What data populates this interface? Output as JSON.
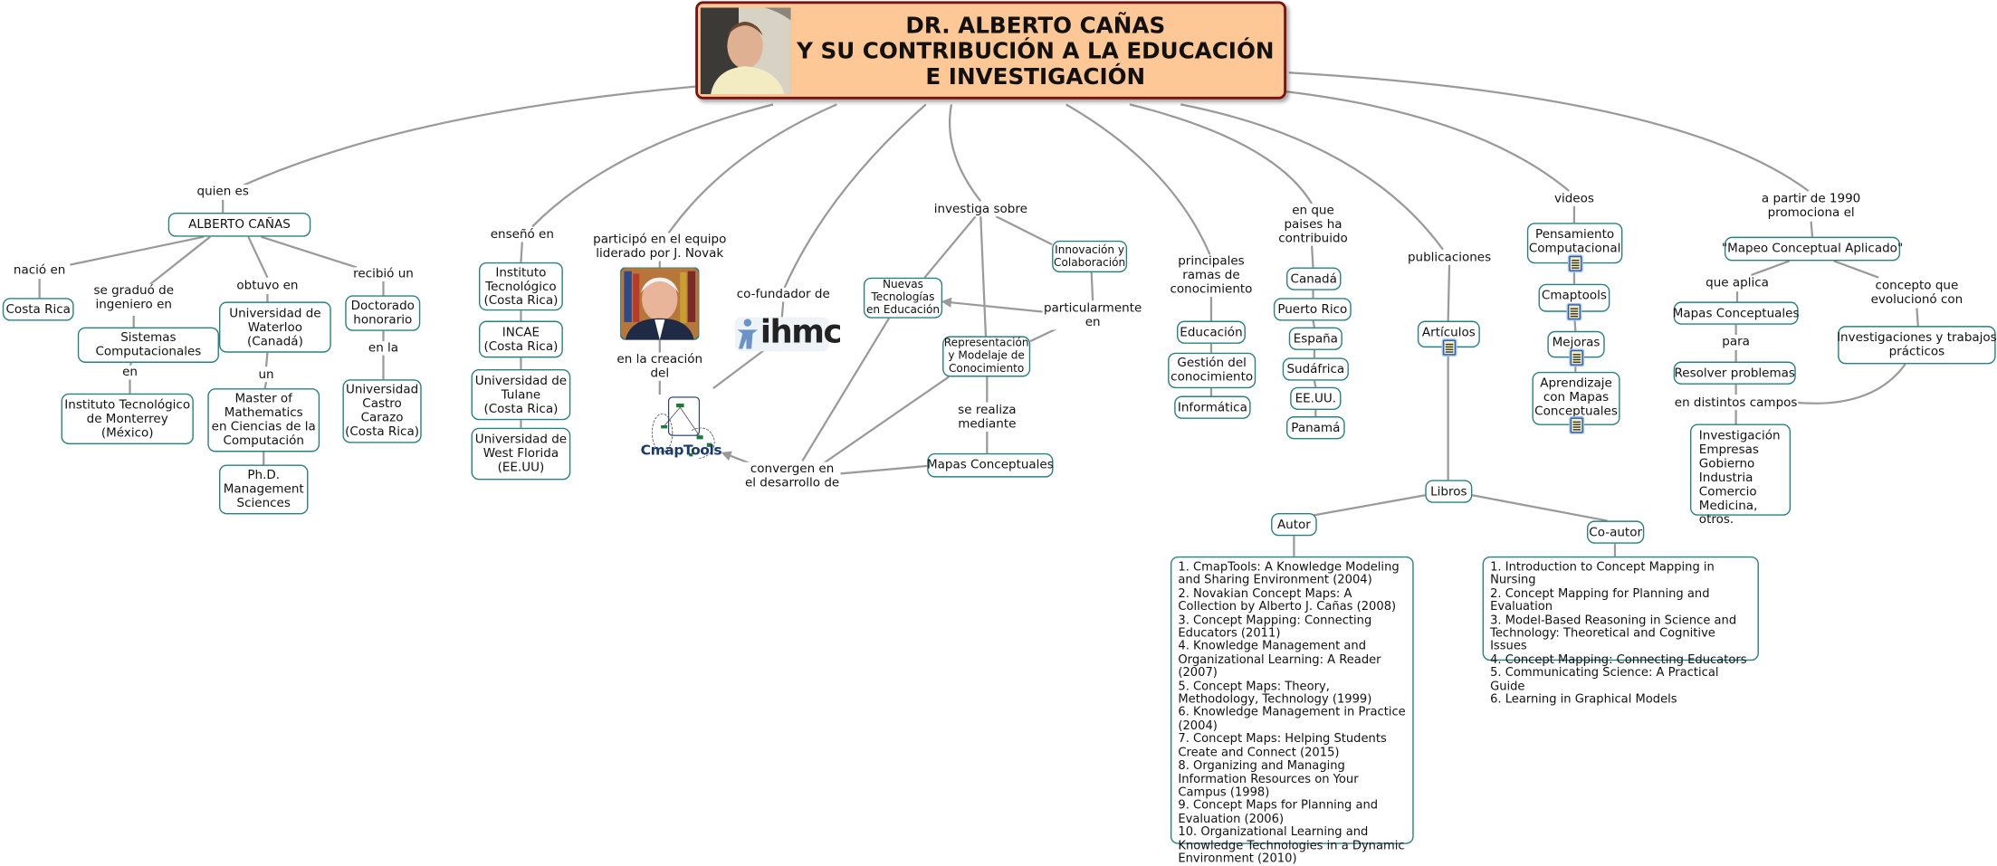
{
  "header": {
    "title": "DR. ALBERTO CAÑAS\nY SU CONTRIBUCIÓN A LA EDUCACIÓN\nE INVESTIGACIÓN",
    "photo": "portrait-photo",
    "colors": {
      "header_bg": "#fdc896",
      "header_border": "#7a1212",
      "node_border": "#2a8080",
      "line": "#9a9a9a"
    }
  },
  "concepts": [
    {
      "text": "ALBERTO CAÑAS"
    },
    {
      "text": "Costa Rica"
    },
    {
      "text": "Sistemas\nComputacionales"
    },
    {
      "text": "Instituto Tecnológico\nde Monterrey\n(México)"
    },
    {
      "text": "Universidad de\nWaterloo\n(Canadá)"
    },
    {
      "text": "Master of\nMathematics\nen Ciencias de la\nComputación"
    },
    {
      "text": "Ph.D.\nManagement\nSciences"
    },
    {
      "text": "Doctorado\nhonorario"
    },
    {
      "text": "Universidad\nCastro\nCarazo\n(Costa Rica)"
    },
    {
      "text": "Instituto\nTecnológico\n(Costa Rica)"
    },
    {
      "text": "INCAE\n(Costa Rica)"
    },
    {
      "text": "Universidad de\nTulane\n(Costa Rica)"
    },
    {
      "text": "Universidad de\nWest Florida\n(EE.UU)"
    },
    {
      "text": "Nuevas\nTecnologías\nen Educación"
    },
    {
      "text": "Innovación y\nColaboración"
    },
    {
      "text": "Representación\ny Modelaje de\nConocimiento"
    },
    {
      "text": "Mapas Conceptuales"
    },
    {
      "text": "Educación"
    },
    {
      "text": "Gestión del\nconocimiento"
    },
    {
      "text": "Informática"
    },
    {
      "text": "Canadá"
    },
    {
      "text": "Puerto Rico"
    },
    {
      "text": "España"
    },
    {
      "text": "Sudáfrica"
    },
    {
      "text": "EE.UU."
    },
    {
      "text": "Panamá"
    },
    {
      "text": "Artículos"
    },
    {
      "text": "Libros"
    },
    {
      "text": "Autor"
    },
    {
      "text": "Co-autor"
    },
    {
      "text": "Pensamiento\nComputacional"
    },
    {
      "text": "Cmaptools"
    },
    {
      "text": "Mejoras"
    },
    {
      "text": "Aprendizaje\ncon Mapas\nConceptuales"
    },
    {
      "text": "\"Mapeo Conceptual Aplicado\""
    },
    {
      "text": "Mapas Conceptuales"
    },
    {
      "text": "Resolver problemas"
    },
    {
      "text": "Investigaciones y trabajos\nprácticos"
    }
  ],
  "links": [
    "quien es",
    "nació en",
    "se graduó de\ningeniero en",
    "en",
    "obtuvo en",
    "un",
    "recibió un",
    "en la",
    "enseñó en",
    "participó en el equipo\nliderado por J. Novak",
    "en la creación\ndel",
    "co-fundador de",
    "investiga sobre",
    "particularmente\nen",
    "se realiza\nmediante",
    "convergen en\nel desarrollo de",
    "principales\nramas de\nconocimiento",
    "en que\npaises ha\ncontribuido",
    "publicaciones",
    "videos",
    "a partir de 1990\npromociona el",
    "que aplica",
    "para",
    "concepto que\nevolucionó con",
    "en distintos campos"
  ],
  "logos": {
    "cmaptools": "CmapTools",
    "ihmc": "ihmc"
  },
  "fields": [
    "Investigación",
    "Empresas",
    "Gobierno",
    "Industria",
    "Comercio",
    "Medicina, otros."
  ],
  "author_books": [
    "1. CmapTools: A Knowledge Modeling and Sharing Environment (2004)",
    "2. Novakian Concept Maps: A Collection by Alberto J. Cañas (2008)",
    "3. Concept Mapping: Connecting Educators (2011)",
    "4. Knowledge Management and Organizational Learning: A Reader (2007)",
    "5. Concept Maps: Theory, Methodology, Technology (1999)",
    "6. Knowledge Management in Practice (2004)",
    "7. Concept Maps: Helping Students Create and Connect (2015)",
    "8. Organizing and Managing Information Resources on Your Campus (1998)",
    "9. Concept Maps for Planning and Evaluation (2006)",
    "10. Organizational Learning and Knowledge Technologies in a Dynamic Environment (2010)"
  ],
  "coauthor_books": [
    "1. Introduction to Concept Mapping in Nursing",
    "2. Concept Mapping for Planning and Evaluation",
    "3. Model-Based Reasoning in Science and Technology: Theoretical and Cognitive Issues",
    "4. Concept Mapping: Connecting Educators",
    "5. Communicating Science: A Practical Guide",
    "6. Learning in Graphical Models"
  ]
}
